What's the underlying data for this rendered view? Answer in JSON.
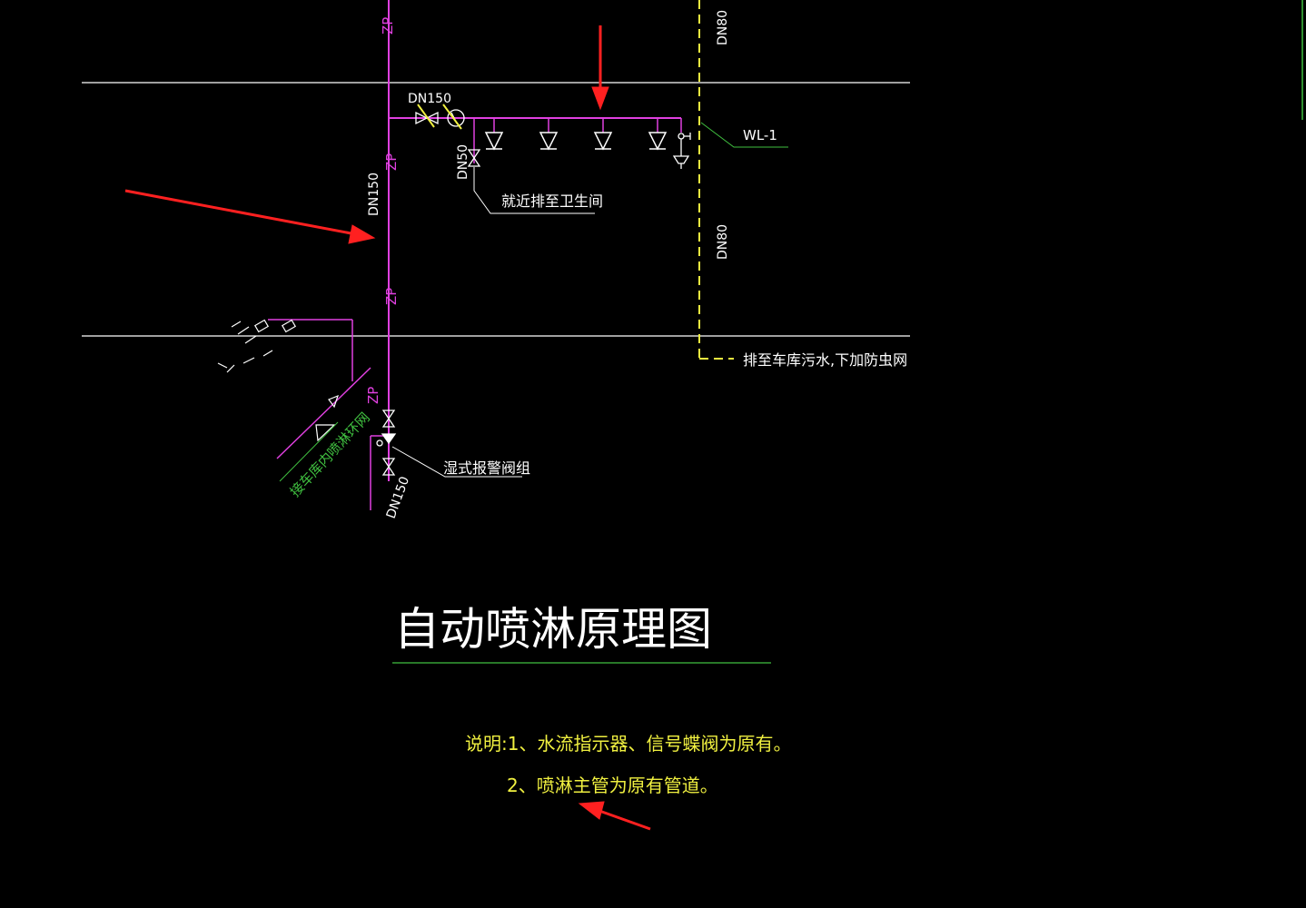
{
  "colors": {
    "background": "#000000",
    "pipe": "#e040e0",
    "drain": "#f0f040",
    "frame": "#ffffff",
    "leader": "#40c040",
    "arrow": "#ff2020"
  },
  "labels": {
    "zp_top": "ZP",
    "zp_1": "ZP",
    "zp_2": "ZP",
    "zp_3": "ZP",
    "dn150_main": "DN150",
    "dn150_branch": "DN150",
    "dn150_bottom": "DN150",
    "dn50": "DN50",
    "dn80_top": "DN80",
    "dn80_mid": "DN80",
    "wl1": "WL-1",
    "drain_toilet": "就近排至卫生间",
    "drain_garage": "排至车库污水,下加防虫网",
    "alarm_valve": "湿式报警阀组",
    "connect_loop": "接车库内喷淋环网"
  },
  "title": "自动喷淋原理图",
  "notes": {
    "line1": "说明:1、水流指示器、信号蝶阀为原有。",
    "line2": "2、喷淋主管为原有管道。"
  },
  "icons": {
    "sprinkler": "sprinkler-head-icon",
    "valve": "gate-valve-icon",
    "flow_indicator": "flow-indicator-icon",
    "arrow": "red-arrow-icon"
  }
}
